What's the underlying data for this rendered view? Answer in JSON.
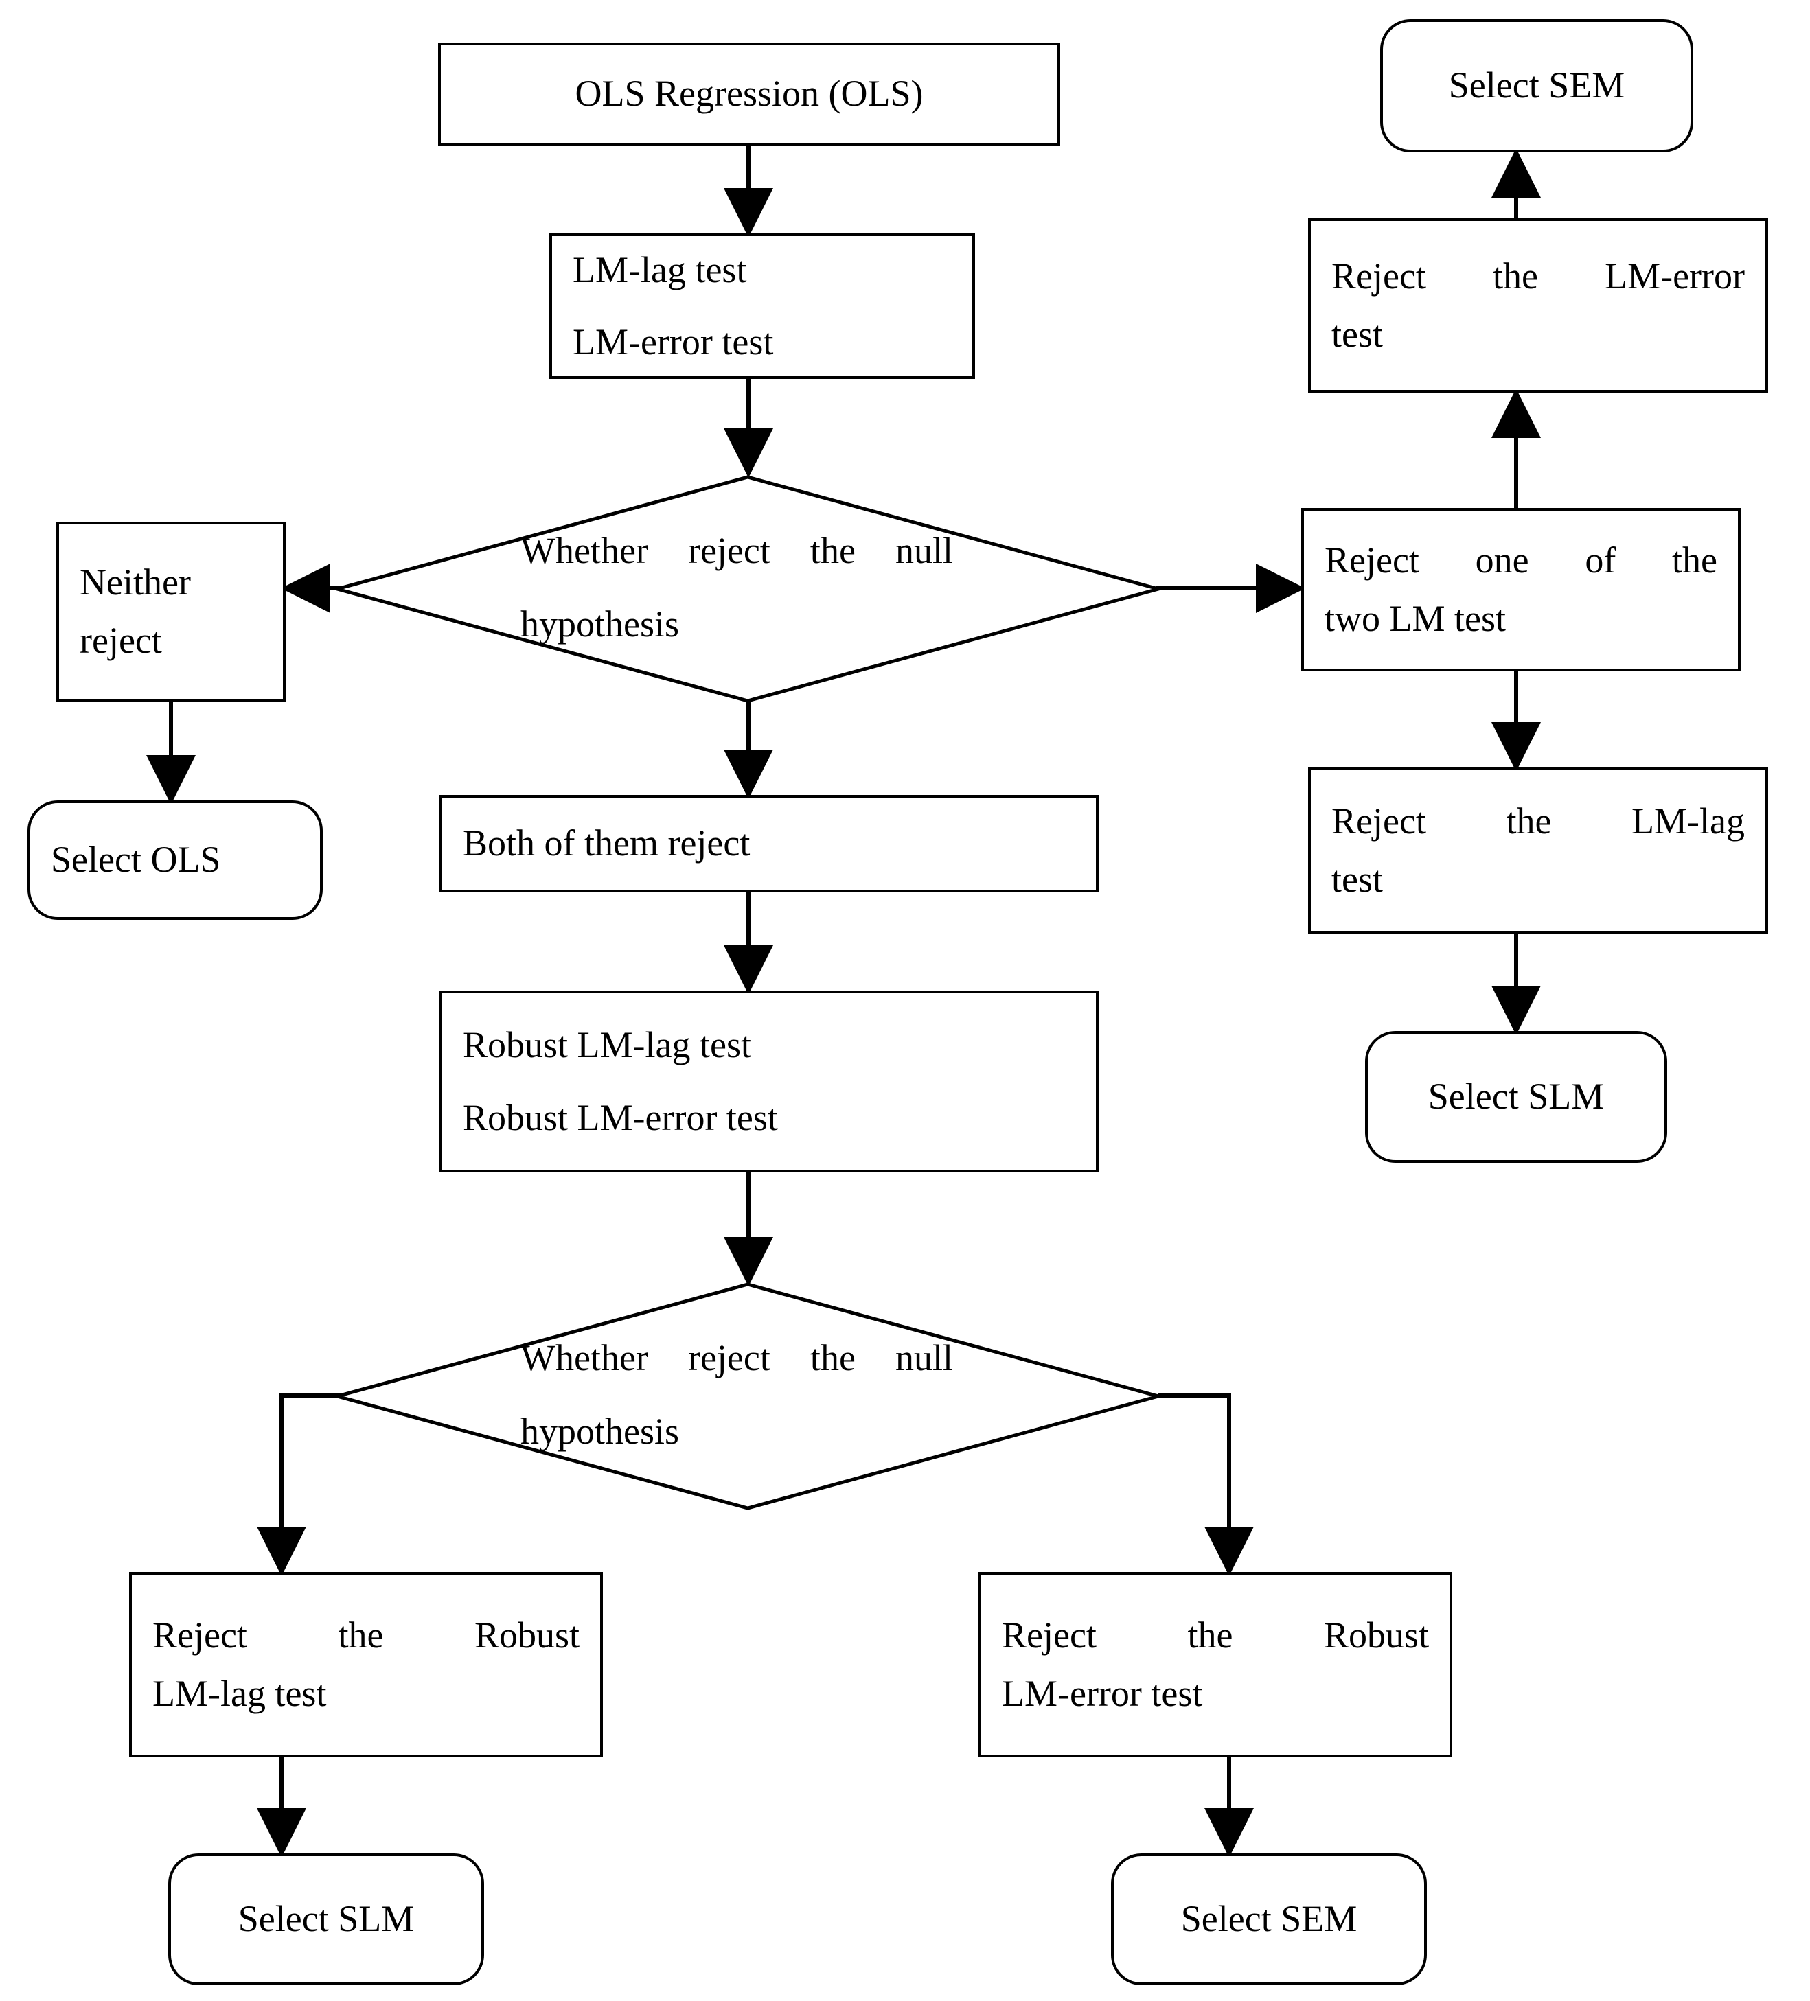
{
  "diagram": {
    "title": "Spatial model selection decision flowchart",
    "stroke_color": "#000000",
    "fill_color": "#ffffff",
    "nodes": {
      "ols_regression": {
        "shape": "rectangle",
        "text": "OLS Regression (OLS)"
      },
      "lm_tests": {
        "shape": "rectangle",
        "line1": "LM-lag test",
        "line2": "LM-error test"
      },
      "decision_1": {
        "shape": "diamond",
        "line1": "Whether reject the null",
        "line2": "hypothesis"
      },
      "neither_reject": {
        "shape": "rectangle",
        "line1": "Neither",
        "line2": "reject"
      },
      "select_ols": {
        "shape": "rounded-rectangle",
        "text": "Select OLS"
      },
      "both_reject": {
        "shape": "rectangle",
        "text": "Both of them reject"
      },
      "robust_tests": {
        "shape": "rectangle",
        "line1": "Robust LM-lag test",
        "line2": "Robust LM-error test"
      },
      "decision_2": {
        "shape": "diamond",
        "line1": "Whether reject the null",
        "line2": "hypothesis"
      },
      "reject_one_lm": {
        "shape": "rectangle",
        "line1": "Reject one of the",
        "line2": "two LM test"
      },
      "reject_lm_error": {
        "shape": "rectangle",
        "line1": "Reject the LM-error",
        "line2": "test"
      },
      "select_sem_top": {
        "shape": "rounded-rectangle",
        "text": "Select SEM"
      },
      "reject_lm_lag": {
        "shape": "rectangle",
        "line1": "Reject the LM-lag",
        "line2": "test"
      },
      "select_slm_right": {
        "shape": "rounded-rectangle",
        "text": "Select SLM"
      },
      "reject_robust_lm_lag": {
        "shape": "rectangle",
        "line1": "Reject the Robust",
        "line2": "LM-lag test"
      },
      "select_slm_bottom": {
        "shape": "rounded-rectangle",
        "text": "Select SLM"
      },
      "reject_robust_lm_error": {
        "shape": "rectangle",
        "line1": "Reject the Robust",
        "line2": "LM-error test"
      },
      "select_sem_bottom": {
        "shape": "rounded-rectangle",
        "text": "Select SEM"
      }
    },
    "edges": [
      {
        "from": "ols_regression",
        "to": "lm_tests",
        "style": "arrow-down"
      },
      {
        "from": "lm_tests",
        "to": "decision_1",
        "style": "arrow-down"
      },
      {
        "from": "decision_1",
        "to": "neither_reject",
        "style": "arrow-left"
      },
      {
        "from": "neither_reject",
        "to": "select_ols",
        "style": "arrow-down"
      },
      {
        "from": "decision_1",
        "to": "both_reject",
        "style": "arrow-down"
      },
      {
        "from": "decision_1",
        "to": "reject_one_lm",
        "style": "arrow-right"
      },
      {
        "from": "both_reject",
        "to": "robust_tests",
        "style": "arrow-down"
      },
      {
        "from": "robust_tests",
        "to": "decision_2",
        "style": "arrow-down"
      },
      {
        "from": "decision_2",
        "to": "reject_robust_lm_lag",
        "style": "elbow-left-down"
      },
      {
        "from": "decision_2",
        "to": "reject_robust_lm_error",
        "style": "elbow-right-down"
      },
      {
        "from": "reject_robust_lm_lag",
        "to": "select_slm_bottom",
        "style": "arrow-down"
      },
      {
        "from": "reject_robust_lm_error",
        "to": "select_sem_bottom",
        "style": "arrow-down"
      },
      {
        "from": "reject_one_lm",
        "to": "reject_lm_error",
        "style": "arrow-up"
      },
      {
        "from": "reject_lm_error",
        "to": "select_sem_top",
        "style": "arrow-up"
      },
      {
        "from": "reject_one_lm",
        "to": "reject_lm_lag",
        "style": "arrow-down"
      },
      {
        "from": "reject_lm_lag",
        "to": "select_slm_right",
        "style": "arrow-down"
      }
    ]
  }
}
